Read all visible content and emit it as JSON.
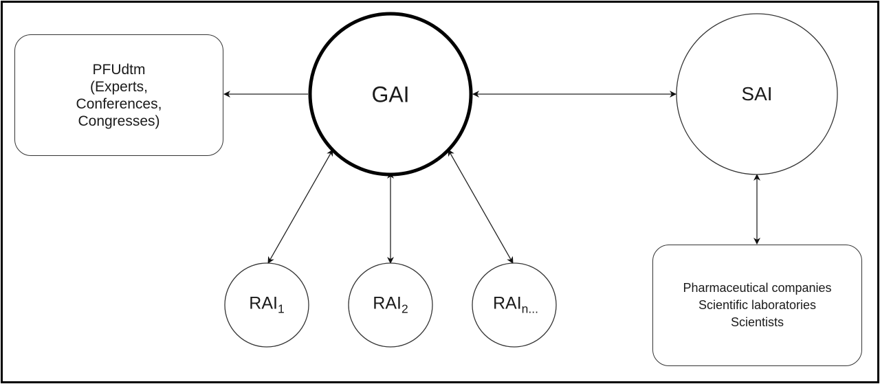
{
  "diagram": {
    "nodes": {
      "gai": {
        "label": "GAI"
      },
      "sai": {
        "label": "SAI"
      },
      "pfudtm": {
        "lines": [
          "PFUdtm",
          "(Experts,",
          "Conferences,",
          "Congresses)"
        ]
      },
      "stakeholders": {
        "lines": [
          "Pharmaceutical companies",
          "Scientific laboratories",
          "Scientists"
        ]
      },
      "rai1": {
        "label": "RAI",
        "subscript": "1"
      },
      "rai2": {
        "label": "RAI",
        "subscript": "2"
      },
      "rain": {
        "label": "RAI",
        "subscript": "n..."
      }
    },
    "edges": [
      {
        "from": "gai",
        "to": "pfudtm",
        "direction": "one-way"
      },
      {
        "from": "gai",
        "to": "sai",
        "direction": "bidirectional"
      },
      {
        "from": "gai",
        "to": "rai1",
        "direction": "bidirectional"
      },
      {
        "from": "gai",
        "to": "rai2",
        "direction": "bidirectional"
      },
      {
        "from": "gai",
        "to": "rain",
        "direction": "bidirectional"
      },
      {
        "from": "sai",
        "to": "stakeholders",
        "direction": "bidirectional"
      }
    ]
  }
}
